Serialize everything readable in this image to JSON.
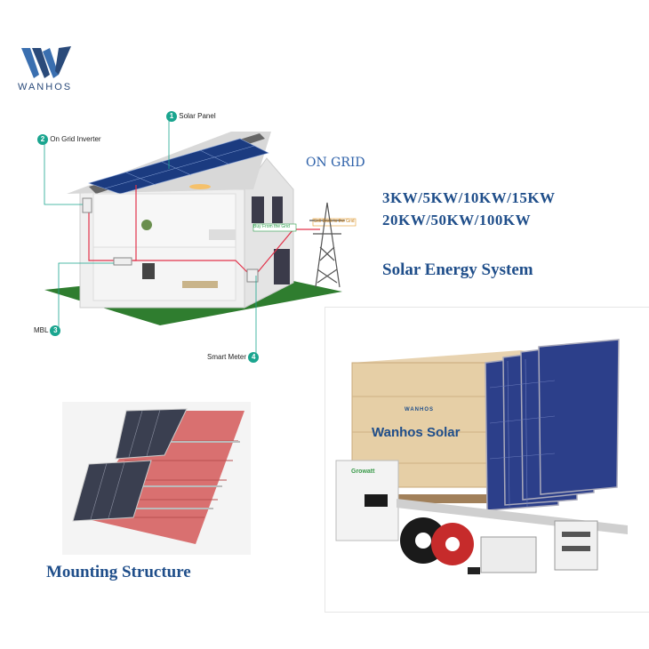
{
  "brand": {
    "name": "WANHOS"
  },
  "diagram": {
    "callouts": [
      {
        "num": "1",
        "label": "Solar Panel"
      },
      {
        "num": "2",
        "label": "On Grid Inverter"
      },
      {
        "num": "3",
        "label": "MBL"
      },
      {
        "num": "4",
        "label": "Smart Meter"
      }
    ],
    "grid_tags": {
      "buy": "Buy From the Grid",
      "sell": "Sell Back to the Grid"
    }
  },
  "headline": {
    "mode": "ON GRID",
    "capacity_line1": "3KW/5KW/10KW/15KW",
    "capacity_line2": "20KW/50KW/100KW",
    "system": "Solar Energy System"
  },
  "product": {
    "box_text": "Wanhos Solar",
    "box_logo": "WANHOS",
    "inverter_brand": "Growatt"
  },
  "mounting": {
    "title": "Mounting Structure"
  }
}
